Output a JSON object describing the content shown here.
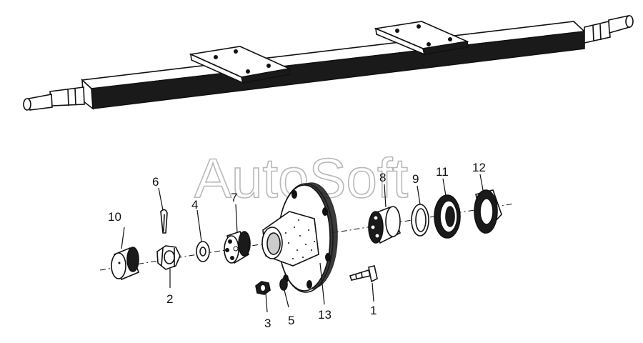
{
  "watermark": "AutoSoft",
  "callouts": {
    "p1": "1",
    "p2": "2",
    "p3": "3",
    "p4": "4",
    "p5": "5",
    "p6": "6",
    "p7": "7",
    "p8": "8",
    "p9": "9",
    "p10": "10",
    "p11": "11",
    "p12": "12",
    "p13": "13"
  }
}
